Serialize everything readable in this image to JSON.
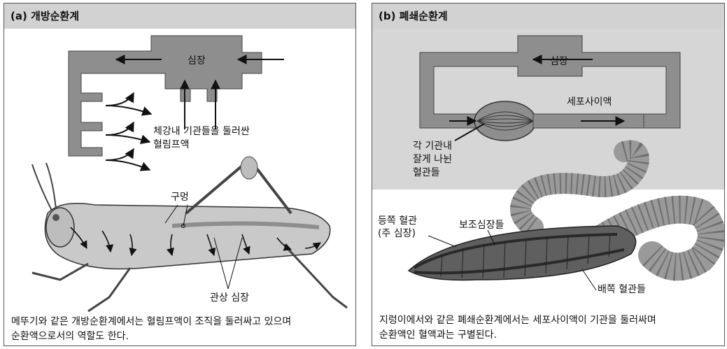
{
  "panel_a": {
    "title": "(a) 개방순환계",
    "heart_label": "심장",
    "hemolymph_label_line1": "체강내 기관들을 둘러싼",
    "hemolymph_label_line2": "혈림프액",
    "pore_label": "구멍",
    "tubular_heart_label": "관상 심장",
    "caption_line1": "메뚜기와 같은 개방순환계에서는 혈림프액이 조직을 둘러싸고 있으며",
    "caption_line2": "순환액으로서의 역할도 한다."
  },
  "panel_b": {
    "title": "(b) 폐쇄순환계",
    "heart_label": "심장",
    "interstitial_label": "세포사이액",
    "vessels_label_line1": "각 기관내",
    "vessels_label_line2": "잘게 나뉜",
    "vessels_label_line3": "혈관들",
    "dorsal_label_line1": "등쪽 혈관",
    "dorsal_label_line2": "(주 심장)",
    "aux_hearts_label": "보조심장들",
    "ventral_label": "배쪽 혈관들",
    "caption_line1": "지렁이에서와 같은 폐쇄순환계에서는 세포사이액이 기관을 둘러싸며",
    "caption_line2": "순환액인 혈액과는 구별된다."
  },
  "colors": {
    "vessel": "#8e8e8e",
    "title_bar": "#d2d2d2",
    "background_band": "#d6d6d6"
  }
}
